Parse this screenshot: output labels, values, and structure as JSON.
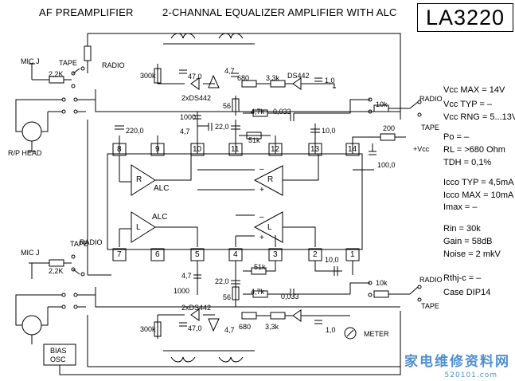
{
  "title": {
    "left": "AF PREAMPLIFIER",
    "right": "2-CHANNAL EQUALIZER AMPLIFIER WITH ALC",
    "part": "LA3220"
  },
  "specs": [
    "Vcc MAX = 14V",
    "Vcc TYP = –",
    "Vcc RNG = 5...13V",
    "Po = –",
    "RL = >680 Ohm",
    "TDH = 0,1%",
    "Icco TYP = 4,5mA",
    "Icco MAX = 10mA",
    "Imax = –",
    "Rin = 30k",
    "Gain = 58dB",
    "Noise = 2 mkV",
    "Rthj-c = –",
    "Case  DIP14"
  ],
  "pins_top": [
    "8",
    "9",
    "10",
    "11",
    "12",
    "13",
    "14"
  ],
  "pins_bottom": [
    "7",
    "6",
    "5",
    "4",
    "3",
    "2",
    "1"
  ],
  "ic_labels": {
    "alc_top": "ALC",
    "alc_bottom": "ALC",
    "r_left": "R",
    "l_left": "L",
    "r_right": "R",
    "l_right": "L",
    "minus_top": "–",
    "plus_top": "+",
    "minus_bottom": "–",
    "plus_bottom": "+"
  },
  "labels": {
    "mic_top": "MIC J",
    "mic_bottom": "MIC J",
    "tape_top": "TAPE",
    "tape_bottom": "TAPE",
    "radio_top": "RADIO",
    "radio_bottom": "RADIO",
    "rp_head": "R/P HEAD",
    "bias1": "BIAS",
    "bias2": "OSC",
    "meter": "METER",
    "vcc": "+Vcc",
    "radio_out_top": "RADIO",
    "tape_out_top": "TAPE",
    "radio_out_bottom": "RADIO",
    "tape_out_bottom": "TAPE"
  },
  "components": {
    "r_2k2_top": "2,2K",
    "r_2k2_bottom": "2,2K",
    "r_300k_top": "300k",
    "r_300k_bottom": "300k",
    "c_47_0_top": "47,0",
    "c_47_0_bottom": "47,0",
    "c_4_7_top_a": "4,7",
    "c_4_7_bottom_a": "4,7",
    "r_680_top": "680",
    "r_680_bottom": "680",
    "r_3k3_top": "3,3k",
    "r_3k3_bottom": "3,3k",
    "d_ds442_top": "DS442",
    "c_1_0_top": "1,0",
    "c_1_0_bottom": "1,0",
    "d_2xds442_top": "2xDS442",
    "d_2xds442_bottom": "2xDS442",
    "r_56_top": "56",
    "r_56_bottom": "56",
    "r_4k7_top": "4,7k",
    "r_4k7_bottom": "4,7k",
    "c_0033_top": "0,033",
    "c_0033_bottom": "0,033",
    "r_10k_top": "10k",
    "r_10k_bottom": "10k",
    "c_220_0": "220,0",
    "c_1000_top": "1000",
    "c_1000_bottom": "1000",
    "c_4_7_top_b": "4,7",
    "c_4_7_bottom_b": "4,7",
    "c_22_0_top": "22,0",
    "c_22_0_bottom": "22,0",
    "c_10_0_top": "10,0",
    "c_10_0_bottom": "10,0",
    "r_51k_top": "51k",
    "r_51k_bottom": "51k",
    "r_200": "200",
    "c_100_0": "100,0"
  },
  "watermark": {
    "cn": "家电维修资料网",
    "url": "520101.com"
  }
}
